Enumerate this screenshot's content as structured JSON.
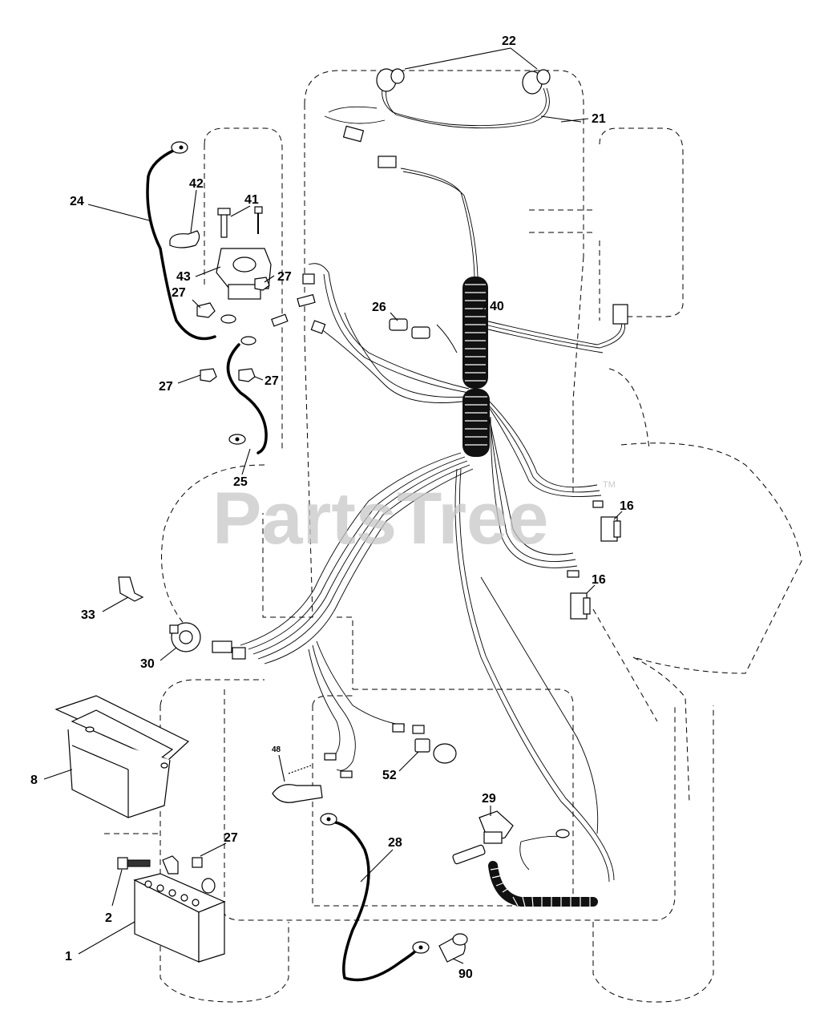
{
  "watermark": {
    "text": "PartsTree",
    "trademark": "TM"
  },
  "callouts": {
    "c22": "22",
    "c21": "21",
    "c24": "24",
    "c42": "42",
    "c41": "41",
    "c43": "43",
    "c27a": "27",
    "c27b": "27",
    "c27c": "27",
    "c27d": "27",
    "c27e": "27",
    "c26": "26",
    "c40": "40",
    "c25": "25",
    "c16a": "16",
    "c16b": "16",
    "c33": "33",
    "c30": "30",
    "c8": "8",
    "c48": "48",
    "c52": "52",
    "c29": "29",
    "c28": "28",
    "c2": "2",
    "c1": "1",
    "c90": "90"
  }
}
